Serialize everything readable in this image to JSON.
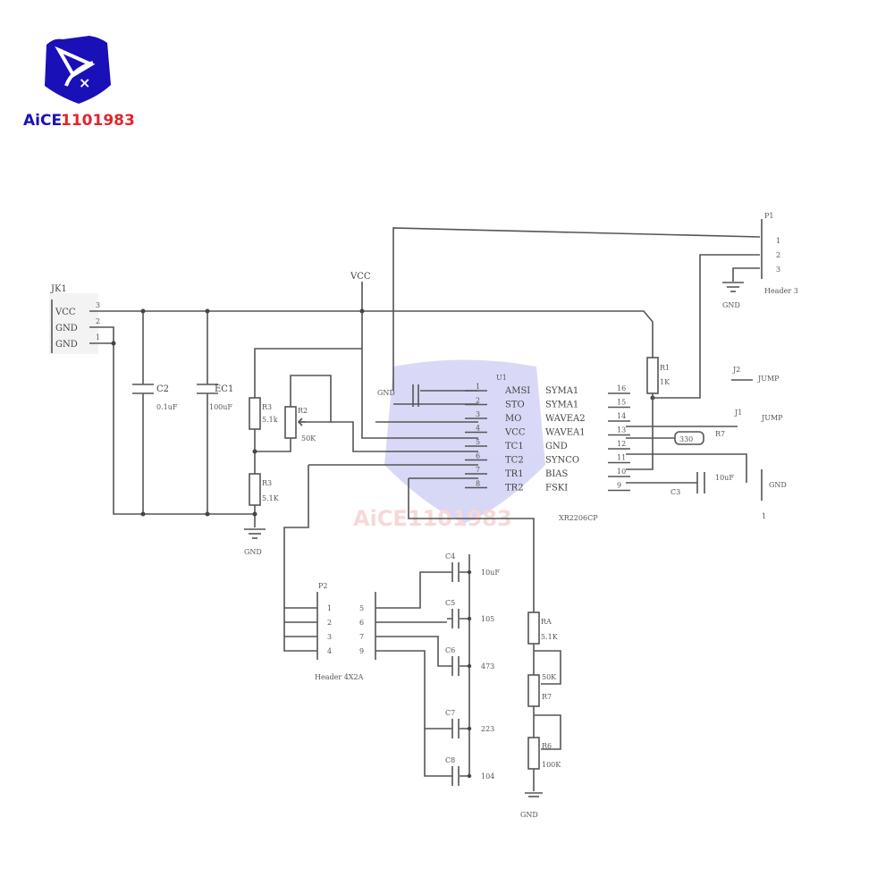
{
  "logo": {
    "text_blue": "AiCE",
    "text_red": "1101983",
    "shield_color": "#1a10b8",
    "text_red_color": "#e0262e"
  },
  "watermark": {
    "text": "AiCE1101983"
  },
  "jk1": {
    "ref": "JK1",
    "pins": [
      {
        "name": "VCC",
        "num": "3"
      },
      {
        "name": "GND",
        "num": "2"
      },
      {
        "name": "GND",
        "num": "1"
      }
    ]
  },
  "vcc_label": "VCC",
  "gnd_label": "GND",
  "c2": {
    "ref": "C2",
    "value": "0.1uF"
  },
  "ec1": {
    "ref": "EC1",
    "value": "100uF"
  },
  "r3": {
    "ref": "R3",
    "value": "5.1k"
  },
  "r2": {
    "ref": "R2",
    "value": "50K"
  },
  "r5": {
    "ref": "R3",
    "value": "5.1K"
  },
  "u1": {
    "ref": "U1",
    "part": "XR2206CP",
    "left_pins": [
      {
        "num": "1",
        "name": "AMSI"
      },
      {
        "num": "2",
        "name": "STO"
      },
      {
        "num": "3",
        "name": "MO"
      },
      {
        "num": "4",
        "name": "VCC"
      },
      {
        "num": "5",
        "name": "TC1"
      },
      {
        "num": "6",
        "name": "TC2"
      },
      {
        "num": "7",
        "name": "TR1"
      },
      {
        "num": "8",
        "name": "TR2"
      }
    ],
    "right_pins": [
      {
        "num": "16",
        "name": "SYMA1"
      },
      {
        "num": "15",
        "name": "SYMA1"
      },
      {
        "num": "14",
        "name": "WAVEA2"
      },
      {
        "num": "13",
        "name": "WAVEA1"
      },
      {
        "num": "12",
        "name": "GND"
      },
      {
        "num": "11",
        "name": "SYNCO"
      },
      {
        "num": "10",
        "name": "BIAS"
      },
      {
        "num": "9",
        "name": "FSKI"
      }
    ],
    "gnd_cap_label": "GND"
  },
  "p1": {
    "ref": "P1",
    "pins": [
      "1",
      "2",
      "3"
    ],
    "name": "Header 3"
  },
  "r1": {
    "ref": "R1",
    "value": "1K"
  },
  "j2": {
    "ref": "J2",
    "value": "JUMP"
  },
  "j1": {
    "ref": "J1",
    "value": "JUMP"
  },
  "r7": {
    "ref": "R7",
    "value": "330"
  },
  "c3": {
    "ref": "C3",
    "value": "10uF",
    "out_label": "GND",
    "pin": "1"
  },
  "p2": {
    "ref": "P2",
    "left": [
      "1",
      "2",
      "3",
      "4"
    ],
    "right": [
      "5",
      "6",
      "7",
      "9"
    ],
    "name": "Header 4X2A"
  },
  "caps": [
    {
      "ref": "C4",
      "value": "10uF"
    },
    {
      "ref": "C5",
      "value": "105"
    },
    {
      "ref": "C6",
      "value": "473"
    },
    {
      "ref": "C7",
      "value": "223"
    },
    {
      "ref": "C8",
      "value": "104"
    }
  ],
  "ra": {
    "ref": "RA",
    "value": "5.1K"
  },
  "pot1": {
    "ref": "R7",
    "value": "50K"
  },
  "pot2": {
    "ref": "R6",
    "value": "100K"
  }
}
